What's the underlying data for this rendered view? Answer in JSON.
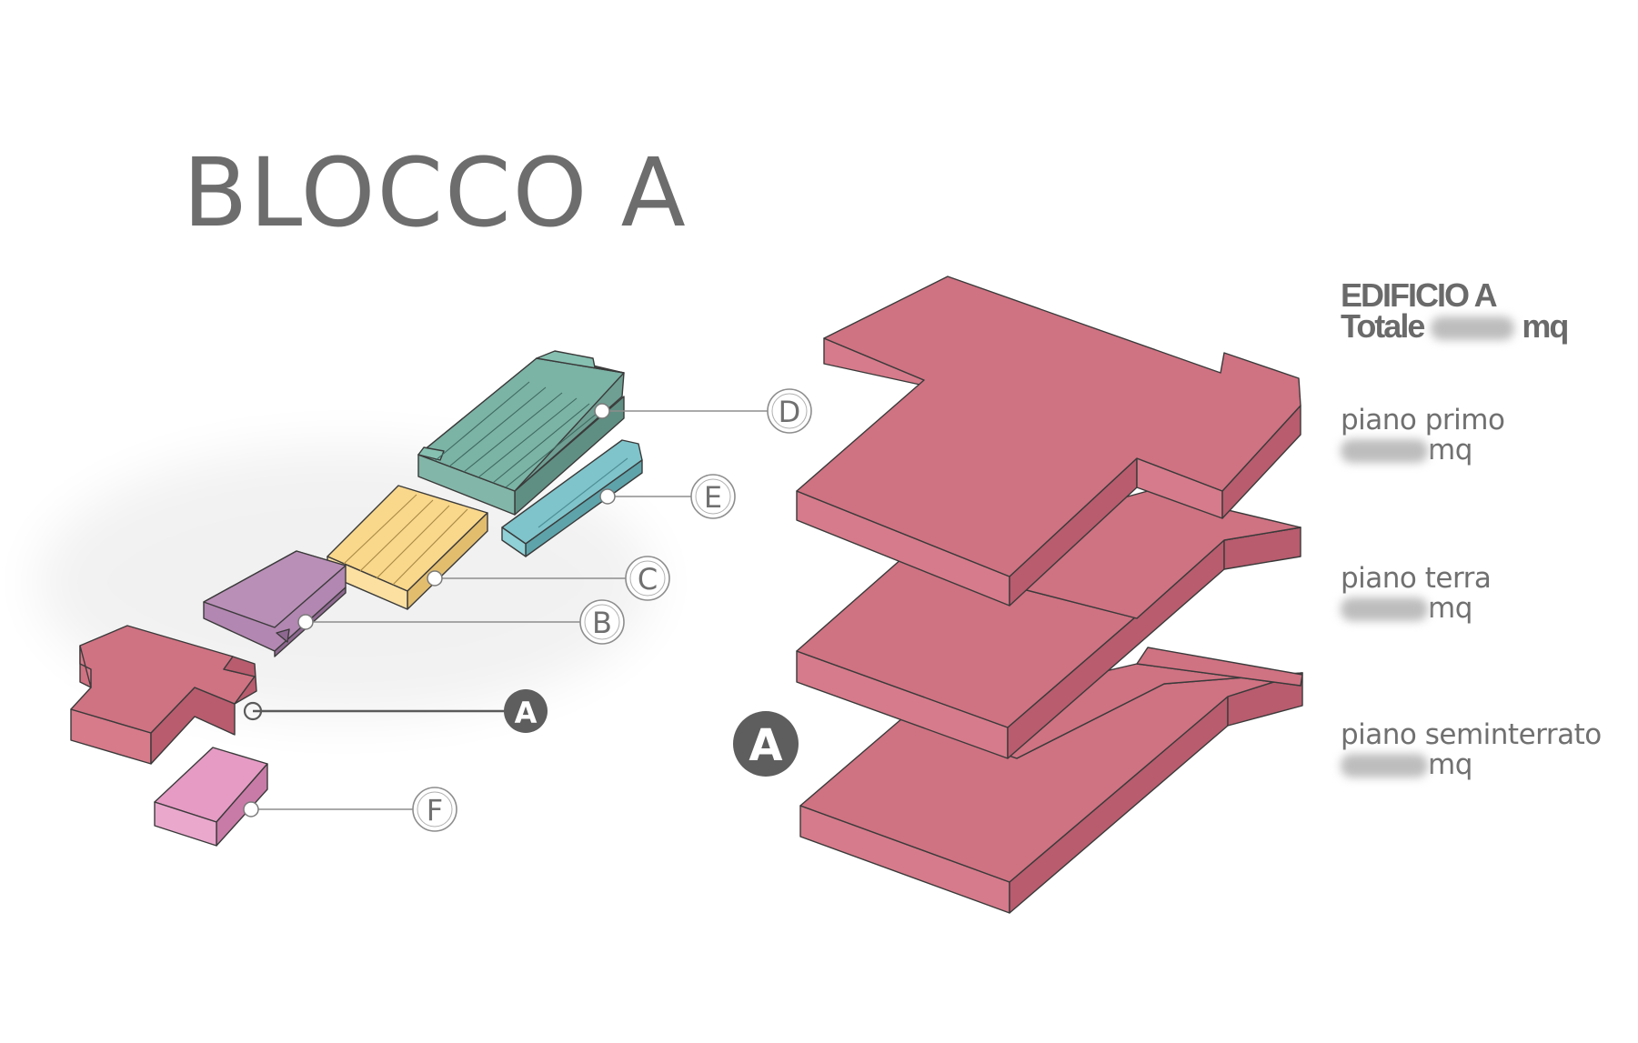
{
  "title": "BLOCCO  A",
  "callouts": {
    "A": "A",
    "B": "B",
    "C": "C",
    "D": "D",
    "E": "E",
    "F": "F"
  },
  "big_badge": "A",
  "summary": {
    "heading": "EDIFICIO A",
    "total_prefix": "Totale",
    "total_unit": "mq"
  },
  "floors": [
    {
      "name": "piano primo",
      "unit": "mq"
    },
    {
      "name": "piano terra",
      "unit": "mq"
    },
    {
      "name": "piano seminterrato",
      "unit": "mq"
    }
  ],
  "colors": {
    "block_a": "#cf7282",
    "block_b": "#b287b1",
    "block_c": "#f9d78b",
    "block_d": "#7bb3a5",
    "block_e": "#7fc4cb",
    "block_f": "#e59bc4",
    "outline": "#3a3a3a",
    "badge_dark": "#5e5e5e"
  }
}
